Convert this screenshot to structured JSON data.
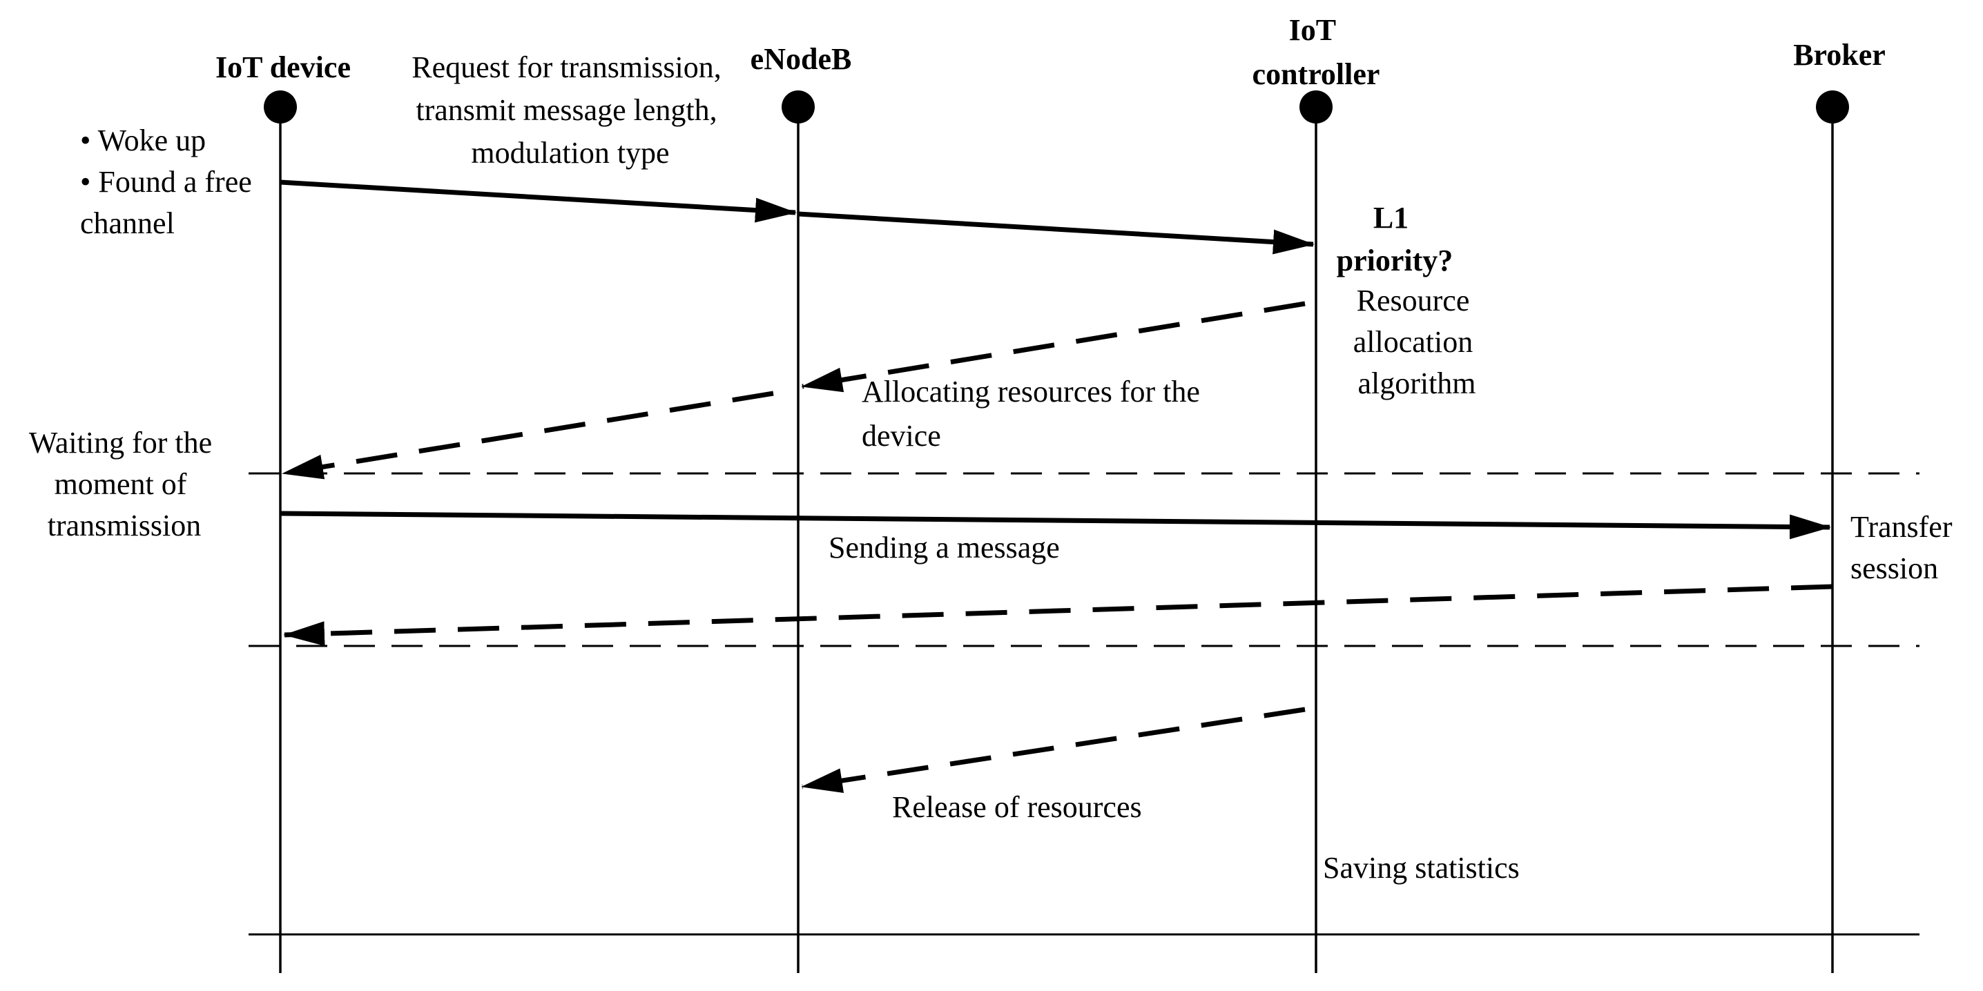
{
  "participants": [
    {
      "id": "device",
      "label": [
        "IoT device"
      ]
    },
    {
      "id": "enodeb",
      "label": [
        "eNodeB"
      ]
    },
    {
      "id": "controller",
      "label": [
        "IoT",
        "controller"
      ]
    },
    {
      "id": "broker",
      "label": [
        "Broker"
      ]
    }
  ],
  "messages": [
    {
      "id": "request-to-enodeb",
      "from": "device",
      "to": "enodeb",
      "style": "solid"
    },
    {
      "id": "request-to-controller",
      "from": "enodeb",
      "to": "controller",
      "style": "solid"
    },
    {
      "id": "allocate-to-enodeb",
      "from": "controller",
      "to": "enodeb",
      "style": "dashed"
    },
    {
      "id": "allocate-to-device",
      "from": "enodeb",
      "to": "device",
      "style": "dashed"
    },
    {
      "id": "send-message",
      "from": "device",
      "to": "broker",
      "style": "solid"
    },
    {
      "id": "transfer-reply",
      "from": "broker",
      "to": "device",
      "style": "dashed"
    },
    {
      "id": "release-resources",
      "from": "controller",
      "to": "enodeb",
      "style": "dashed"
    }
  ],
  "annotations": {
    "device_state_bullets": [
      "• Woke up",
      "• Found a free",
      "channel"
    ],
    "request_text": [
      "Request for transmission,",
      "transmit message length,",
      "modulation type"
    ],
    "l1_priority": [
      "L1",
      "priority?"
    ],
    "resource_algorithm": [
      "Resource",
      "allocation",
      "algorithm"
    ],
    "allocating_text": [
      "Allocating resources for the",
      "device"
    ],
    "waiting_text": [
      "Waiting for the",
      "moment of",
      "transmission"
    ],
    "sending_text": "Sending a message",
    "transfer_text": [
      "Transfer",
      "session"
    ],
    "release_text": "Release of resources",
    "saving_text": "Saving statistics"
  }
}
